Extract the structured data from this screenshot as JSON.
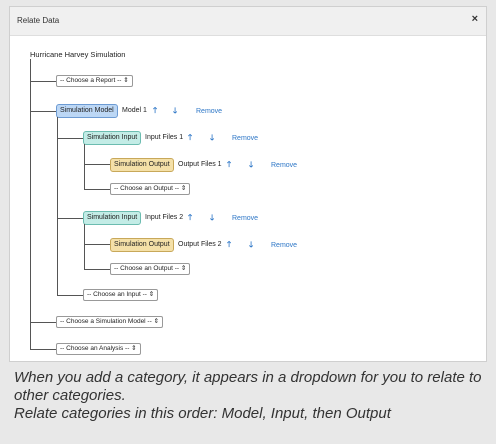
{
  "dialog": {
    "title": "Relate Data",
    "close_symbol": "×"
  },
  "tree": {
    "root": "Hurricane Harvey Simulation",
    "choose_report": "-- Choose a Report -- ⇕",
    "model": {
      "tag": "Simulation Model",
      "name": "Model 1"
    },
    "input1": {
      "tag": "Simulation Input",
      "name": "Input Files 1"
    },
    "output1": {
      "tag": "Simulation Output",
      "name": "Output Files 1"
    },
    "input2": {
      "tag": "Simulation Input",
      "name": "Input Files 2"
    },
    "output2": {
      "tag": "Simulation Output",
      "name": "Output Files 2"
    },
    "choose_output": "-- Choose an Output -- ⇕",
    "choose_input": "-- Choose an Input -- ⇕",
    "choose_model": "-- Choose a Simulation Model -- ⇕",
    "choose_analysis": "-- Choose an Analysis -- ⇕",
    "up_arrow": "🡑",
    "down_arrow": "🡓",
    "remove": "Remove"
  },
  "caption": {
    "line1": "When you add a category, it appears in a dropdown for you to relate to other categories.",
    "line2": "Relate categories in this order: Model, Input, then Output"
  },
  "colors": {
    "model": "#bcd7f5",
    "input": "#c3ece6",
    "output": "#f4e0a8",
    "link": "#2e77c7"
  }
}
